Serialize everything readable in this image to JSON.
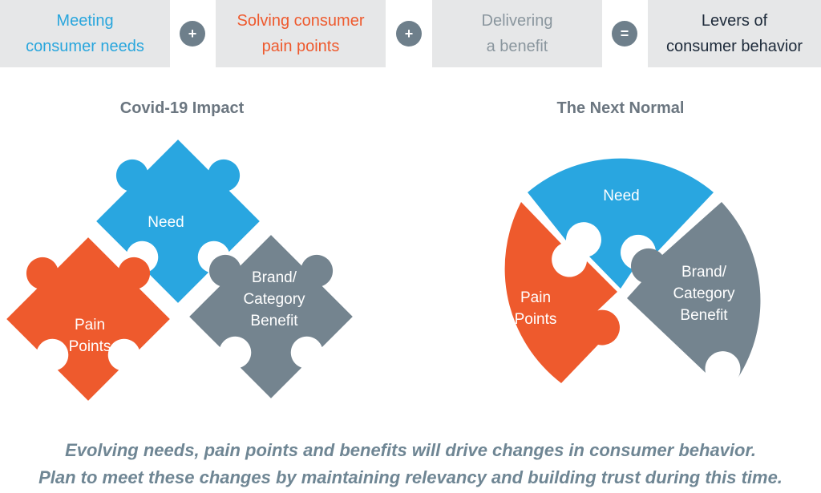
{
  "equation": {
    "boxes": [
      {
        "label": "Meeting\nconsumer needs",
        "color": "#29a6dd"
      },
      {
        "label": "Solving consumer\npain points",
        "color": "#ee5a2e"
      },
      {
        "label": "Delivering\na benefit",
        "color": "#8a969e"
      },
      {
        "label": "Levers of\nconsumer behavior",
        "color": "#1d2a3a"
      }
    ],
    "operators": [
      "+",
      "+",
      "="
    ]
  },
  "panels": {
    "left": {
      "title": "Covid-19 Impact",
      "need": "Need",
      "pain": "Pain\nPoints",
      "benefit": "Brand/\nCategory\nBenefit"
    },
    "right": {
      "title": "The Next Normal",
      "need": "Need",
      "pain": "Pain\nPoints",
      "benefit": "Brand/\nCategory\nBenefit"
    }
  },
  "colors": {
    "need": "#29a6e0",
    "pain": "#ee5a2d",
    "benefit": "#74848f"
  },
  "caption": {
    "line1": "Evolving needs, pain points and benefits will drive changes in consumer behavior.",
    "line2": "Plan to meet these changes by maintaining relevancy and building trust during this time."
  }
}
